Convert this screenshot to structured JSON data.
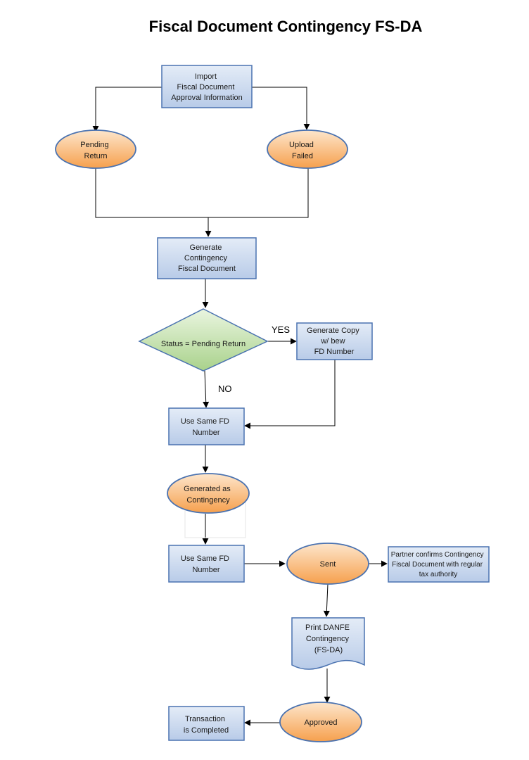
{
  "title": "Fiscal Document Contingency FS-DA",
  "colors": {
    "box_fill_top": "#e4ecf7",
    "box_fill_bottom": "#b8cbe8",
    "box_stroke": "#4a72b0",
    "oval_fill_top": "#fde6cc",
    "oval_fill_bottom": "#f6a04d",
    "diamond_fill_top": "#eaf5e0",
    "diamond_fill_bottom": "#a9d28b"
  },
  "nodes": {
    "import": [
      "Import",
      "Fiscal Document",
      "Approval Information"
    ],
    "pending_return": [
      "Pending",
      "Return"
    ],
    "upload_failed": [
      "Upload",
      "Failed"
    ],
    "generate_contingency": [
      "Generate",
      "Contingency",
      "Fiscal Document"
    ],
    "status_decision": [
      "Status = Pending Return"
    ],
    "generate_copy": [
      "Generate Copy",
      "w/ bew",
      "FD Number"
    ],
    "use_same_fd_1": [
      "Use Same FD",
      "Number"
    ],
    "generated_as_contingency": [
      "Generated as",
      "Contingency"
    ],
    "use_same_fd_2": [
      "Use Same FD",
      "Number"
    ],
    "sent": [
      "Sent"
    ],
    "partner_confirms": [
      "Partner confirms Contingency",
      "Fiscal Document with regular",
      "tax authority"
    ],
    "print_danfe": [
      "Print DANFE",
      "Contingency",
      "(FS-DA)"
    ],
    "approved": [
      "Approved"
    ],
    "transaction_completed": [
      "Transaction",
      "is Completed"
    ]
  },
  "labels": {
    "yes": "YES",
    "no": "NO"
  }
}
